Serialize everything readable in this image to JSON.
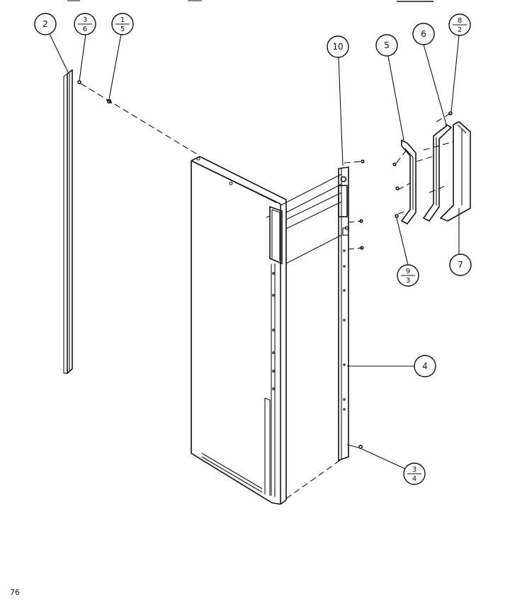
{
  "page_number": "76",
  "callouts": {
    "c2": "2",
    "c3_6": {
      "top": "3",
      "bottom": "6"
    },
    "c1_5": {
      "top": "1",
      "bottom": "5"
    },
    "c10": "10",
    "c5": "5",
    "c6": "6",
    "c8_2": {
      "top": "8",
      "bottom": "2"
    },
    "c9_3": {
      "top": "9",
      "bottom": "3"
    },
    "c7": "7",
    "c4": "4",
    "c3_4": {
      "top": "3",
      "bottom": "4"
    }
  }
}
